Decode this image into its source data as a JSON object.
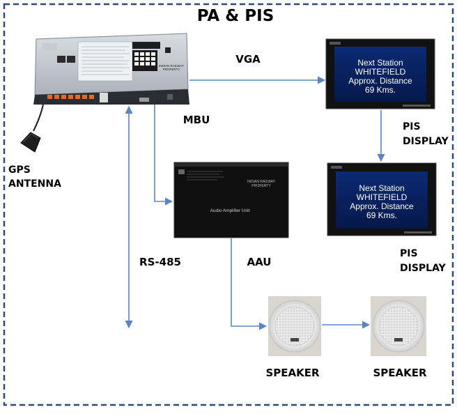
{
  "title": "PA & PIS",
  "labels": {
    "vga": "VGA",
    "mbu": "MBU",
    "gps": [
      "GPS",
      "ANTENNA"
    ],
    "rs485": "RS-485",
    "aau": "AAU",
    "pis1": [
      "PIS",
      "DISPLAY"
    ],
    "pis2": [
      "PIS",
      "DISPLAY"
    ],
    "speaker1": "SPEAKER",
    "speaker2": "SPEAKER"
  },
  "display_screen": {
    "line1": "Next Station",
    "line2": "WHITEFIELD",
    "line3": "Approx. Distance",
    "line4": "69 Kms."
  },
  "mbu_device": {
    "heading": "INDIAN RAILWAY",
    "sub": "PROPERTY"
  },
  "aau_device": {
    "center_text": "Audio Amplifier Unit",
    "property_line1": "INDIAN RAILWAY",
    "property_line2": "PROPERTY"
  },
  "colors": {
    "frame": "#2e4a7a",
    "connector": "#5b84c4",
    "screen_text": "#ffffff",
    "device_body": "#111111"
  }
}
